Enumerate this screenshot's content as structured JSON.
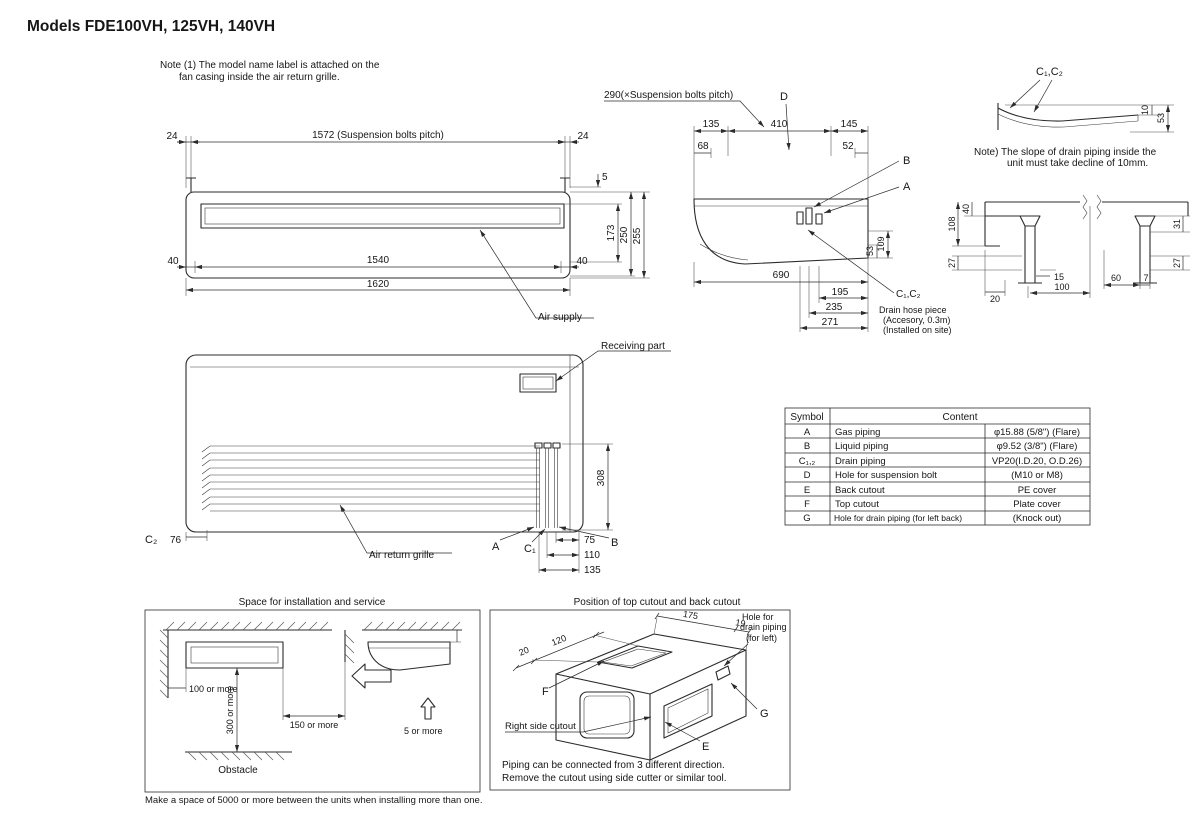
{
  "page": {
    "title": "Models  FDE100VH, 125VH, 140VH",
    "accent_color": "#2b7ab0"
  },
  "note_model_label": {
    "line1": "Note (1) The model name label is attached on the",
    "line2": "fan casing inside the air return grille."
  },
  "plan_view": {
    "dim_24_left": "24",
    "dim_1572": "1572 (Suspension bolts pitch)",
    "dim_24_right": "24",
    "dim_5": "5",
    "dim_173": "173",
    "dim_250": "250",
    "dim_255": "255",
    "dim_40_left": "40",
    "dim_1540": "1540",
    "dim_40_right": "40",
    "dim_1620": "1620",
    "label_air_supply": "Air supply"
  },
  "side_view": {
    "dim_290": "290(×Suspension bolts pitch)",
    "dim_135": "135",
    "dim_410": "410",
    "dim_145": "145",
    "dim_68": "68",
    "dim_52": "52",
    "label_d": "D",
    "label_b": "B",
    "label_a": "A",
    "dim_690": "690",
    "dim_53": "53",
    "dim_109": "109",
    "dim_195": "195",
    "dim_235": "235",
    "dim_271": "271",
    "label_c1c2": "C₁,C₂",
    "drain_line1": "Drain hose piece",
    "drain_line2": "(Accesory, 0.3m)",
    "drain_line3": "(Installed on site)"
  },
  "slope_detail": {
    "label_c1c2": "C₁,C₂",
    "dim_10": "10",
    "dim_53": "53",
    "note_line1": "Note) The slope of drain piping inside the",
    "note_line2": "unit must take decline of 10mm."
  },
  "drain_detail": {
    "dim_40": "40",
    "dim_108": "108",
    "dim_27_left": "27",
    "dim_20": "20",
    "dim_15": "15",
    "dim_100": "100",
    "dim_60": "60",
    "dim_7": "7",
    "dim_31": "31",
    "dim_27_right": "27"
  },
  "front_view": {
    "label_receiving": "Receiving part",
    "dim_308": "308",
    "label_c2": "C₂",
    "dim_76": "76",
    "label_a": "A",
    "label_c1": "C₁",
    "label_b": "B",
    "dim_75": "75",
    "dim_110": "110",
    "dim_135": "135",
    "label_grille": "Air return grille"
  },
  "symbol_table": {
    "header_symbol": "Symbol",
    "header_content": "Content",
    "rows": [
      {
        "symbol": "A",
        "name": "Gas piping",
        "value": "φ15.88 (5/8\") (Flare)"
      },
      {
        "symbol": "B",
        "name": "Liquid piping",
        "value": "φ9.52 (3/8\") (Flare)"
      },
      {
        "symbol": "C₁,₂",
        "name": "Drain piping",
        "value": "VP20(I.D.20, O.D.26)"
      },
      {
        "symbol": "D",
        "name": "Hole for suspension bolt",
        "value": "(M10 or M8)"
      },
      {
        "symbol": "E",
        "name": "Back cutout",
        "value": "PE cover"
      },
      {
        "symbol": "F",
        "name": "Top cutout",
        "value": "Plate cover"
      },
      {
        "symbol": "G",
        "name": "Hole for drain piping (for left back)",
        "value": "(Knock out)"
      }
    ]
  },
  "installation": {
    "title": "Space for installation and service",
    "dim_100": "100 or more",
    "dim_300": "300 or more",
    "dim_150": "150 or more",
    "dim_5": "5 or more",
    "label_obstacle": "Obstacle",
    "caption": "Make a space of 5000 or more between the units when installing more than one."
  },
  "cutout": {
    "title": "Position of top cutout and back cutout",
    "dim_20": "20",
    "dim_120": "120",
    "dim_175": "175",
    "dim_19": "19",
    "hole_line1": "Hole for",
    "hole_line2": "drain piping",
    "hole_line3": "(for left)",
    "label_f": "F",
    "label_e": "E",
    "label_g": "G",
    "label_right_side": "Right side cutout",
    "note_line1": "Piping can be connected from 3 different direction.",
    "note_line2": "Remove the cutout using side cutter or similar tool."
  }
}
